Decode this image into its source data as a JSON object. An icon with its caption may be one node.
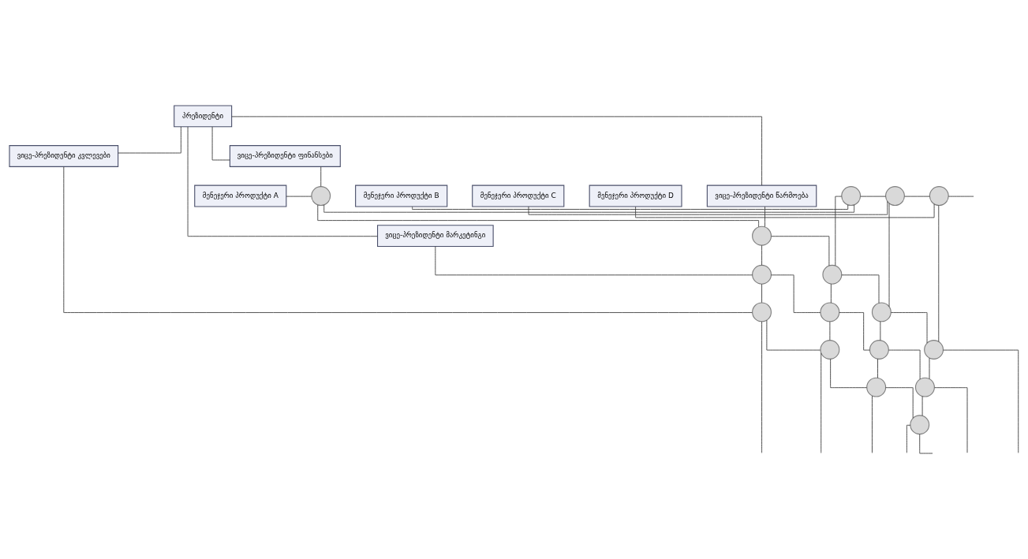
{
  "diagram": {
    "nodes": [
      {
        "text": [
          "პრეზიდენტი"
        ]
      },
      {
        "text": [
          "ვიცე-პრეზიდენტი ფინანსები"
        ]
      },
      {
        "text": [
          "ვიცე-პრეზიდენტი წარმოება"
        ]
      },
      {
        "text": [
          "ვიცე-პრეზიდენტი მარკეტინგი"
        ]
      },
      {
        "text": [
          "ვიცე-პრეზიდენტი კვლევები"
        ]
      },
      {
        "text": [
          "მენეჯერი პროდუქტი A"
        ]
      },
      {
        "text": [],
        "shape": "circle"
      },
      {
        "text": [],
        "shape": "circle"
      },
      {
        "text": [],
        "shape": "circle"
      },
      {
        "text": [],
        "shape": "circle"
      },
      {
        "text": [
          "მენეჯერი პროდუქტი B"
        ]
      },
      {
        "text": [],
        "shape": "circle"
      },
      {
        "text": [],
        "shape": "circle"
      },
      {
        "text": [],
        "shape": "circle"
      },
      {
        "text": [],
        "shape": "circle"
      },
      {
        "text": [
          "მენეჯერი პროდუქტი C"
        ]
      },
      {
        "text": [],
        "shape": "circle"
      },
      {
        "text": [],
        "shape": "circle"
      },
      {
        "text": [],
        "shape": "circle"
      },
      {
        "text": [],
        "shape": "circle"
      },
      {
        "text": [
          "მენეჯერი პროდუქტი D"
        ]
      },
      {
        "text": [],
        "shape": "circle"
      },
      {
        "text": [],
        "shape": "circle"
      },
      {
        "text": [],
        "shape": "circle"
      },
      {
        "text": [],
        "shape": "circle"
      }
    ],
    "edges": [
      {
        "from": 0,
        "to": 1,
        "arrow": "none"
      },
      {
        "from": 0,
        "to": 2,
        "arrow": "none"
      },
      {
        "from": 0,
        "to": 3,
        "arrow": "none"
      },
      {
        "from": 0,
        "to": 4,
        "arrow": "none"
      },
      {
        "from": 1,
        "to": 6,
        "arrow": "none"
      },
      {
        "from": 6,
        "to": 11,
        "arrow": "none"
      },
      {
        "from": 11,
        "to": 16,
        "arrow": "none"
      },
      {
        "from": 16,
        "to": 21,
        "arrow": "none"
      },
      {
        "from": 21,
        "to": null,
        "arrow": "none"
      },
      {
        "from": 2,
        "to": 7,
        "arrow": "none"
      },
      {
        "from": 7,
        "to": 12,
        "arrow": "none"
      },
      {
        "from": 12,
        "to": 17,
        "arrow": "none"
      },
      {
        "from": 17,
        "to": 22,
        "arrow": "none"
      },
      {
        "from": 22,
        "to": null,
        "arrow": "none"
      },
      {
        "from": 3,
        "to": 8,
        "arrow": "none"
      },
      {
        "from": 8,
        "to": 13,
        "arrow": "none"
      },
      {
        "from": 13,
        "to": 18,
        "arrow": "none"
      },
      {
        "from": 18,
        "to": 23,
        "arrow": "none"
      },
      {
        "from": 23,
        "to": null,
        "arrow": "none"
      },
      {
        "from": 4,
        "to": 9,
        "arrow": "none"
      },
      {
        "from": 9,
        "to": 14,
        "arrow": "none"
      },
      {
        "from": 14,
        "to": 19,
        "arrow": "none"
      },
      {
        "from": 19,
        "to": 24,
        "arrow": "none"
      },
      {
        "from": 24,
        "to": null,
        "arrow": "none"
      },
      {
        "from": 5,
        "to": 6,
        "arrow": "none"
      },
      {
        "from": 6,
        "to": 7,
        "arrow": "none"
      },
      {
        "from": 7,
        "to": 8,
        "arrow": "none"
      },
      {
        "from": 8,
        "to": 9,
        "arrow": "none"
      },
      {
        "from": 9,
        "to": null,
        "arrow": "none"
      },
      {
        "from": 10,
        "to": 11,
        "arrow": "none"
      },
      {
        "from": 11,
        "to": 12,
        "arrow": "none"
      },
      {
        "from": 12,
        "to": 13,
        "arrow": "none"
      },
      {
        "from": 13,
        "to": 14,
        "arrow": "none"
      },
      {
        "from": 14,
        "to": null,
        "arrow": "none"
      },
      {
        "from": 15,
        "to": 16,
        "arrow": "none"
      },
      {
        "from": 16,
        "to": 17,
        "arrow": "none"
      },
      {
        "from": 17,
        "to": 18,
        "arrow": "none"
      },
      {
        "from": 18,
        "to": 19,
        "arrow": "none"
      },
      {
        "from": 19,
        "to": null,
        "arrow": "none"
      },
      {
        "from": 20,
        "to": 21,
        "arrow": "none"
      },
      {
        "from": 21,
        "to": 22,
        "arrow": "none"
      },
      {
        "from": 22,
        "to": 23,
        "arrow": "none"
      },
      {
        "from": 23,
        "to": 24,
        "arrow": "none"
      },
      {
        "from": 24,
        "to": null,
        "arrow": "none"
      }
    ]
  }
}
